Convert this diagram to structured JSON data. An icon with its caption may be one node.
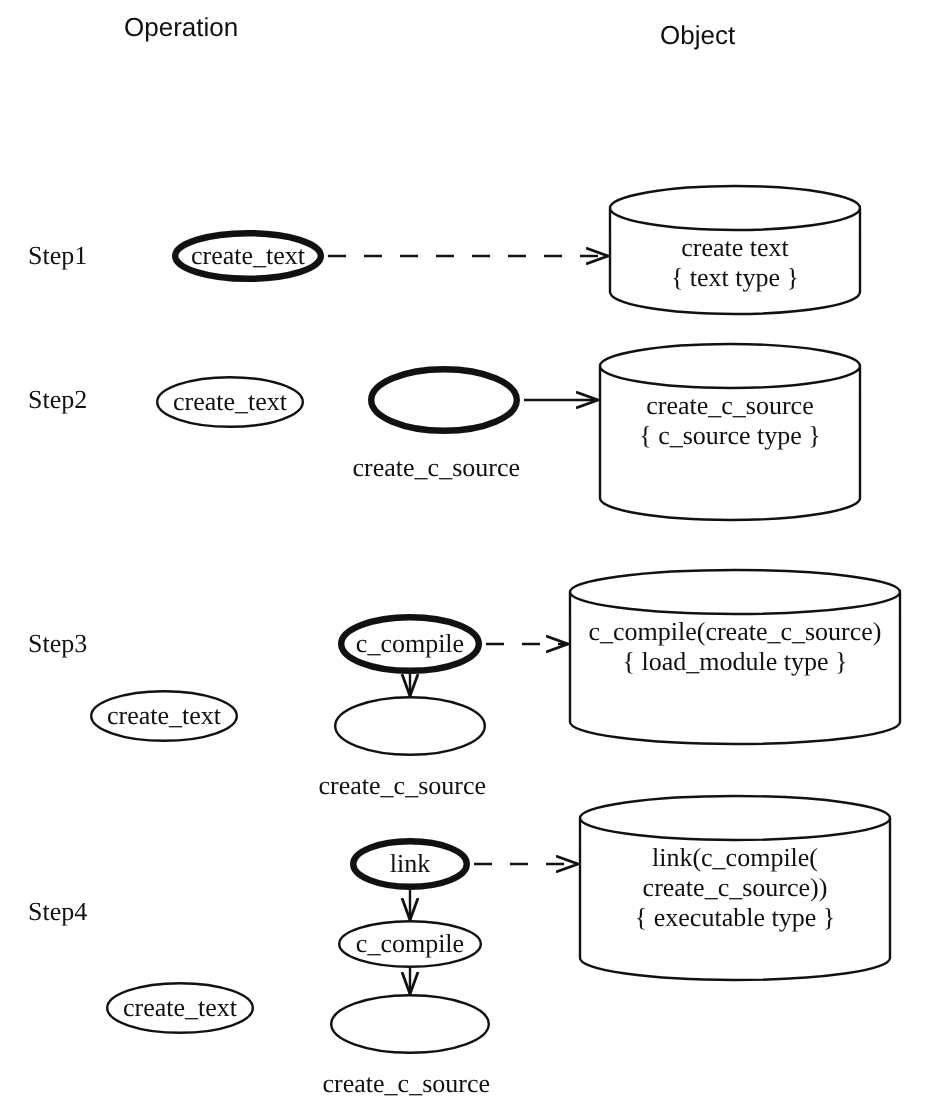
{
  "diagram": {
    "nodes": [
      {
        "text": [
          "create_text"
        ]
      },
      {
        "text": [
          "create text",
          "{ text type }"
        ]
      },
      {
        "text": [
          "create_text"
        ]
      },
      {
        "text": [],
        "shape": "ellipse",
        "beside": [
          "create_c_source"
        ]
      },
      {
        "text": [
          "create_c_source",
          "{ c_source type }"
        ]
      },
      {
        "text": [
          "c_compile"
        ]
      },
      {
        "text": [
          "c_compile(create_c_source)",
          "{ load_module type }"
        ]
      },
      {
        "text": [
          "create_text"
        ]
      },
      {
        "text": [],
        "shape": "ellipse",
        "beside": [
          "create_c_source"
        ]
      },
      {
        "text": [
          "link"
        ]
      },
      {
        "text": [
          "link(c_compile( create_c_source))",
          "{ executable type }"
        ]
      },
      {
        "text": [
          "c_compile"
        ]
      },
      {
        "text": [
          "create_text"
        ]
      },
      {
        "text": [],
        "shape": "ellipse",
        "beside": [
          "create_c_source"
        ]
      }
    ],
    "edges": [
      {
        "from": 0,
        "to": 1,
        "arrow": "to",
        "style": "dashed"
      },
      {
        "from": 3,
        "to": 4,
        "arrow": "to"
      },
      {
        "from": 5,
        "to": 6,
        "arrow": "to",
        "style": "dashed"
      },
      {
        "from": 5,
        "to": 8,
        "arrow": "to"
      },
      {
        "from": 9,
        "to": 10,
        "arrow": "to",
        "style": "dashed"
      },
      {
        "from": 9,
        "to": 11,
        "arrow": "to"
      },
      {
        "from": 11,
        "to": 13,
        "arrow": "to"
      }
    ],
    "labels": [
      "Operation",
      "Object",
      "Step1",
      "Step2",
      "Step3",
      "Step4"
    ]
  }
}
